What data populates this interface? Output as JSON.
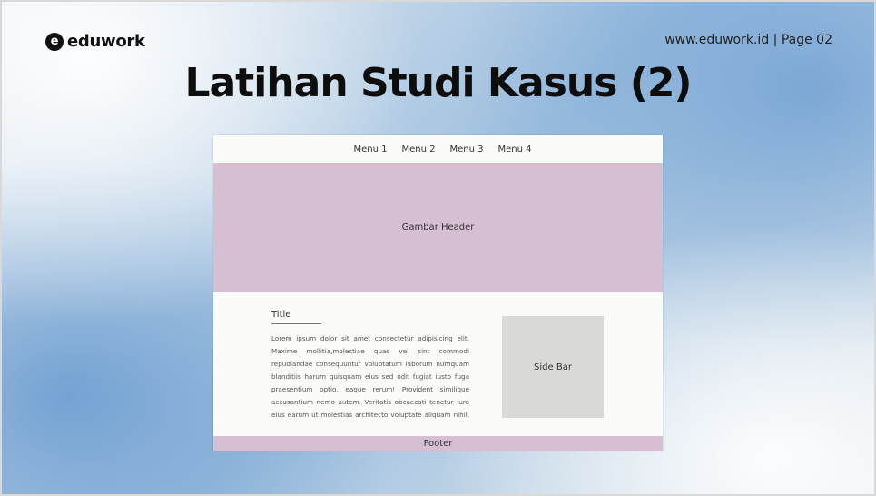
{
  "brand": {
    "logo_mark": "e",
    "name": "eduwork"
  },
  "page_ref": "www.eduwork.id | Page 02",
  "slide_title": "Latihan Studi Kasus (2)",
  "mockup": {
    "nav": [
      "Menu 1",
      "Menu 2",
      "Menu 3",
      "Menu 4"
    ],
    "header_label": "Gambar Header",
    "content": {
      "title": "Title",
      "body": "Lorem ipsum dolor sit amet consectetur adipisicing elit. Maxime mollitia,molestiae quas vel sint commodi repudiandae consequuntur voluptatum laborum numquam blanditiis harum quisquam eius sed odit fugiat iusto fuga praesentium optio, eaque rerum! Provident similique accusantium nemo autem. Veritatis obcaecati tenetur iure eius earum ut molestias architecto voluptate aliquam nihil, eveniet aliquid culpa"
    },
    "sidebar_label": "Side Bar",
    "footer_label": "Footer"
  }
}
